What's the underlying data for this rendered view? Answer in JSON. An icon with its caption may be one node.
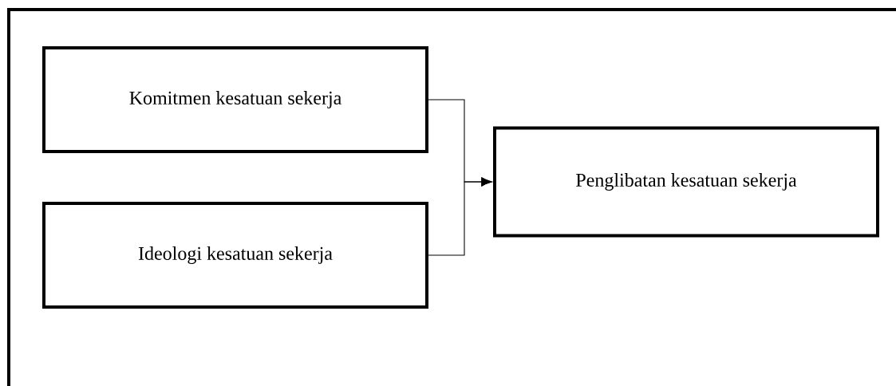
{
  "diagram": {
    "nodes": [
      {
        "text": [
          "Komitmen kesatuan sekerja"
        ]
      },
      {
        "text": [
          "Ideologi kesatuan sekerja"
        ]
      },
      {
        "text": [
          "Penglibatan kesatuan sekerja"
        ]
      }
    ],
    "edges": [
      {
        "from": 0,
        "to": 2,
        "arrow": "to"
      },
      {
        "from": 1,
        "to": 2,
        "arrow": "to"
      }
    ]
  }
}
